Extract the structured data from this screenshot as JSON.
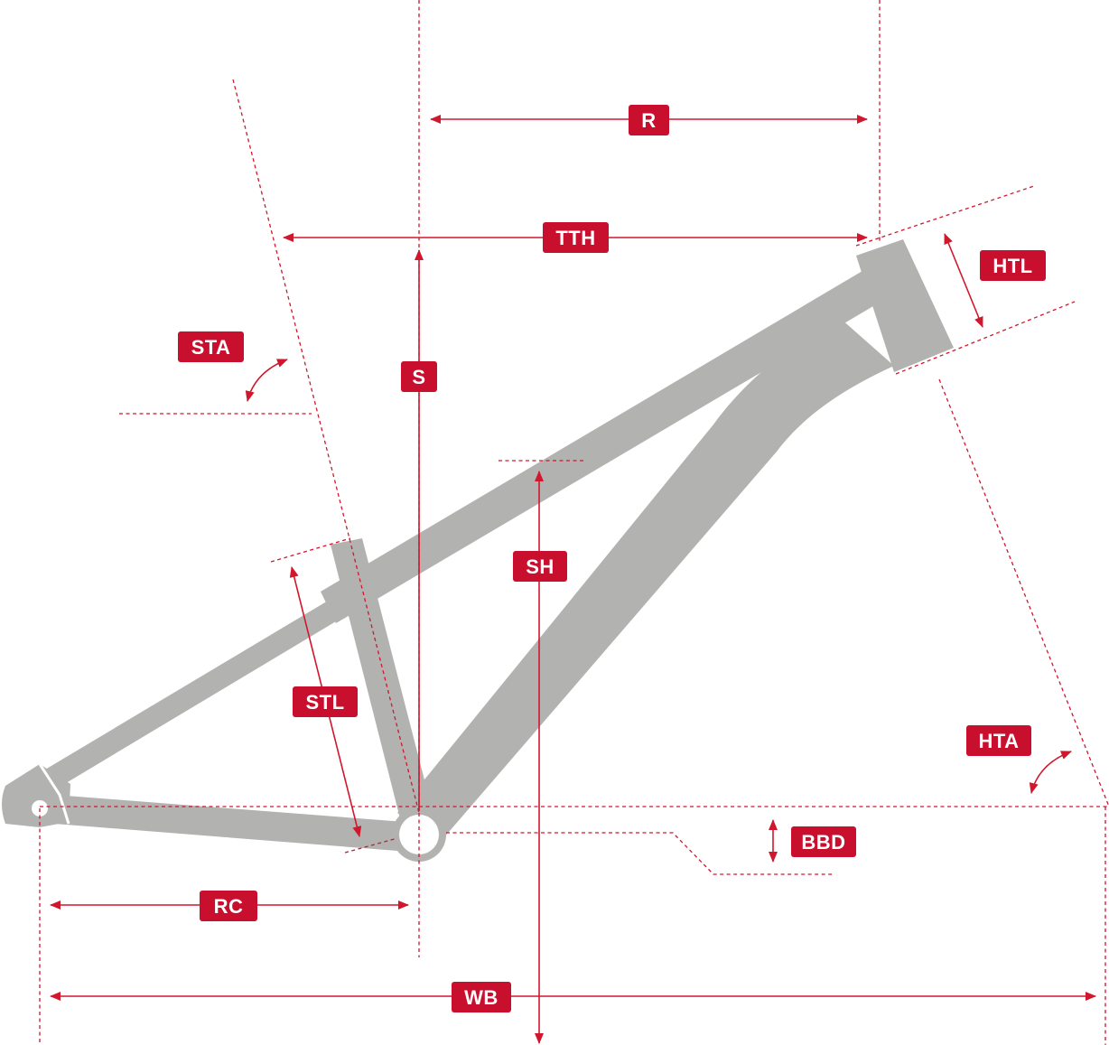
{
  "colors": {
    "accent": "#c8102e",
    "frame": "#b2b2b1",
    "background": "#ffffff"
  },
  "labels": {
    "r": "R",
    "tth": "TTH",
    "htl": "HTL",
    "sta": "STA",
    "s": "S",
    "sh": "SH",
    "stl": "STL",
    "hta": "HTA",
    "bbd": "BBD",
    "rc": "RC",
    "wb": "WB"
  }
}
